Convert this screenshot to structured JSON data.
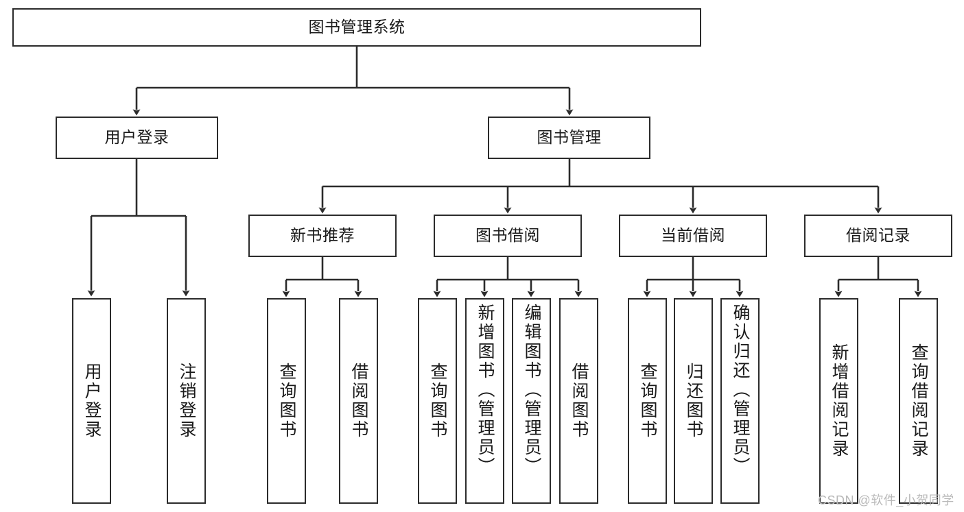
{
  "diagram": {
    "title": "图书管理系统",
    "type": "tree-hierarchy-diagram",
    "colors": {
      "box_border": "#2b2b2b",
      "box_fill": "#ffffff",
      "edge": "#2b2b2b",
      "text": "#1a1a1a",
      "watermark": "#b9b9b9",
      "background": "#ffffff"
    },
    "levels": {
      "root": {
        "label": "图书管理系统"
      },
      "level2": [
        {
          "id": "user-login",
          "label": "用户登录"
        },
        {
          "id": "book-management",
          "label": "图书管理"
        }
      ],
      "level3": [
        {
          "id": "new-book-recommend",
          "label": "新书推荐"
        },
        {
          "id": "book-borrow",
          "label": "图书借阅"
        },
        {
          "id": "current-borrow",
          "label": "当前借阅"
        },
        {
          "id": "borrow-record",
          "label": "借阅记录"
        }
      ],
      "leaves": {
        "user-login": [
          {
            "id": "leaf-user-login",
            "label": "用户登录"
          },
          {
            "id": "leaf-logout-login",
            "label": "注销登录"
          }
        ],
        "new-book-recommend": [
          {
            "id": "leaf-query-book-1",
            "label": "查询图书"
          },
          {
            "id": "leaf-borrow-book-1",
            "label": "借阅图书"
          }
        ],
        "book-borrow": [
          {
            "id": "leaf-query-book-2",
            "label": "查询图书"
          },
          {
            "id": "leaf-add-book-admin",
            "label": "新增图书（管理员）"
          },
          {
            "id": "leaf-edit-book-admin",
            "label": "编辑图书（管理员）"
          },
          {
            "id": "leaf-borrow-book-2",
            "label": "借阅图书"
          }
        ],
        "current-borrow": [
          {
            "id": "leaf-query-book-3",
            "label": "查询图书"
          },
          {
            "id": "leaf-return-book",
            "label": "归还图书"
          },
          {
            "id": "leaf-confirm-return-admin",
            "label": "确认归还（管理员）"
          }
        ],
        "borrow-record": [
          {
            "id": "leaf-add-borrow-record",
            "label": "新增借阅记录"
          },
          {
            "id": "leaf-query-borrow-record",
            "label": "查询借阅记录"
          }
        ]
      }
    }
  },
  "watermark": {
    "text": "CSDN @软件_小贺同学"
  }
}
